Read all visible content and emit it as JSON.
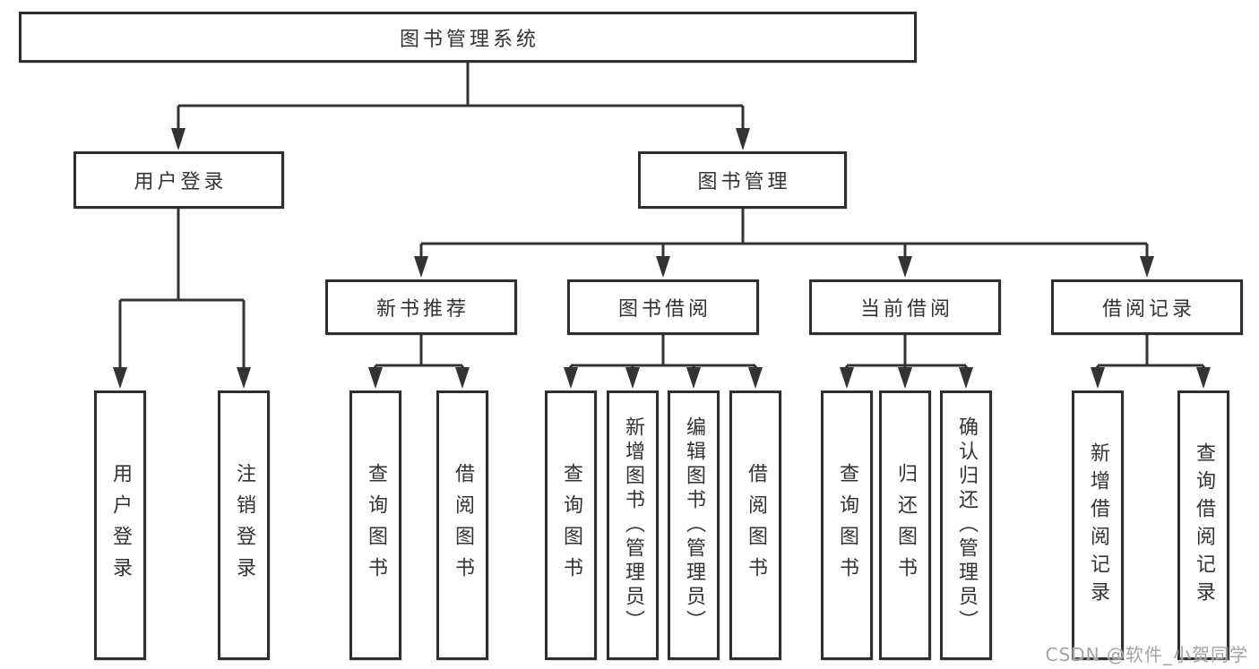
{
  "diagram": {
    "title": "图书管理系统",
    "nodes": {
      "root": "图书管理系统",
      "user_login": "用户登录",
      "book_mgmt": "图书管理",
      "new_book_rec": "新书推荐",
      "book_borrow": "图书借阅",
      "current_borrow": "当前借阅",
      "borrow_record": "借阅记录",
      "leaf_user_login": "用户登录",
      "leaf_logout": "注销登录",
      "leaf_query_book_1": "查询图书",
      "leaf_borrow_book_1": "借阅图书",
      "leaf_query_book_2": "查询图书",
      "leaf_add_book_admin": "新增图书（管理员）",
      "leaf_edit_book_admin": "编辑图书（管理员）",
      "leaf_borrow_book_2": "借阅图书",
      "leaf_query_book_3": "查询图书",
      "leaf_return_book": "归还图书",
      "leaf_confirm_return_admin": "确认归还（管理员）",
      "leaf_add_borrow_record": "新增借阅记录",
      "leaf_query_borrow_record": "查询借阅记录"
    },
    "hierarchy": {
      "图书管理系统": {
        "用户登录": [
          "用户登录",
          "注销登录"
        ],
        "图书管理": {
          "新书推荐": [
            "查询图书",
            "借阅图书"
          ],
          "图书借阅": [
            "查询图书",
            "新增图书（管理员）",
            "编辑图书（管理员）",
            "借阅图书"
          ],
          "当前借阅": [
            "查询图书",
            "归还图书",
            "确认归还（管理员）"
          ],
          "借阅记录": [
            "新增借阅记录",
            "查询借阅记录"
          ]
        }
      }
    },
    "colors": {
      "line": "#333333",
      "box_border": "#2e2e2e",
      "text": "#333333",
      "background": "#ffffff",
      "watermark": "#a3a3a8"
    }
  },
  "watermark": {
    "text": "CSDN @软件_小贺同学"
  }
}
